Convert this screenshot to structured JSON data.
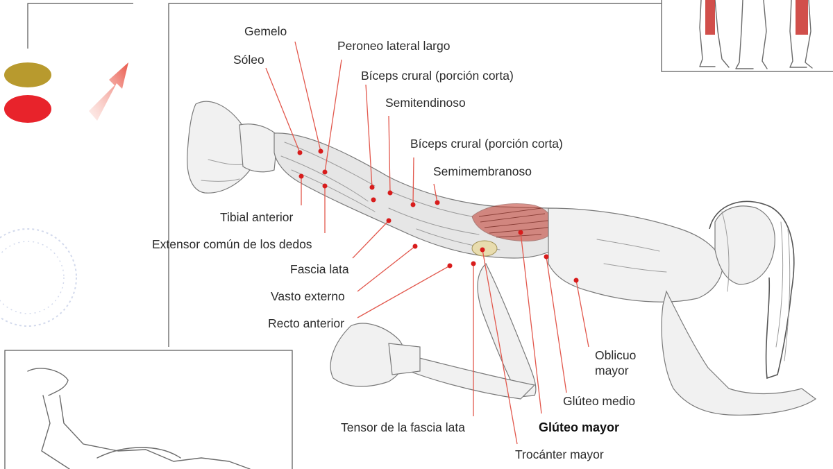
{
  "legend": {
    "swatch_primary_color": "#b89a2e",
    "swatch_secondary_color": "#e8232b",
    "arrow_color": "#e9574a"
  },
  "labels": {
    "gemelo": "Gemelo",
    "soleo": "Sóleo",
    "peroneo": "Peroneo lateral largo",
    "biceps_top": "Bíceps crural (porción corta)",
    "semitendinoso": "Semitendinoso",
    "biceps_mid": "Bíceps crural (porción corta)",
    "semimembranoso": "Semimembranoso",
    "tibial": "Tibial anterior",
    "extensor": "Extensor común de los dedos",
    "fascia": "Fascia lata",
    "vasto": "Vasto externo",
    "recto": "Recto anterior",
    "oblicuo_line1": "Oblicuo",
    "oblicuo_line2": "mayor",
    "gluteo_medio": "Glúteo medio",
    "gluteo_mayor": "Glúteo mayor",
    "tensor": "Tensor de la fascia lata",
    "trocanter": "Trocánter mayor"
  },
  "colors": {
    "leader_line": "#e2574c",
    "marker_dot": "#d81c1c",
    "highlighted_muscle": "#c0392b"
  }
}
